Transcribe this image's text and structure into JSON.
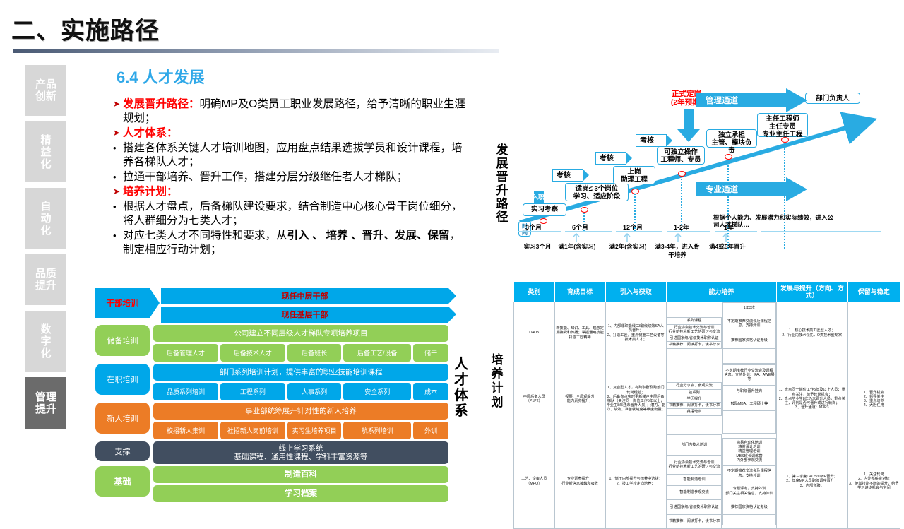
{
  "slide": {
    "title": "二、实施路径",
    "section_heading": "6.4 人才发展"
  },
  "sidebar": {
    "items": [
      {
        "label": "产品\n创新",
        "active": false
      },
      {
        "label": "精\n益\n化",
        "active": false
      },
      {
        "label": "自\n动\n化",
        "active": false
      },
      {
        "label": "品质\n提升",
        "active": false
      },
      {
        "label": "数\n字\n化",
        "active": false
      },
      {
        "label": "管理\n提升",
        "active": true
      }
    ]
  },
  "bullets": [
    {
      "marker": "arrow",
      "heading": "发展晋升路径：",
      "text": "明确MP及O类员工职业发展路径，给予清晰的职业生涯规划；"
    },
    {
      "marker": "arrow",
      "heading": "人才体系：",
      "text": ""
    },
    {
      "marker": "dot",
      "heading": "",
      "text": "搭建各体系关键人才培训地图，应用盘点结果选拔学员和设计课程，培养各梯队人才；"
    },
    {
      "marker": "dot",
      "heading": "",
      "text": "拉通干部培养、晋升工作，搭建分层分级继任者人才梯队；"
    },
    {
      "marker": "arrow",
      "heading": "培养计划：",
      "text": ""
    },
    {
      "marker": "dot",
      "heading": "",
      "text": "根据人才盘点，后备梯队建设要求，结合制造中心核心骨干岗位细分，将人群细分为七类人才；"
    },
    {
      "marker": "dot",
      "heading": "",
      "text": "对应七类人才不同特性和要求，从引入 、 培养 、晋升、发展、保留，制定相应行动计划；"
    }
  ],
  "talent_system": {
    "vertical_label": "人才体系",
    "rows": [
      {
        "left": "干部培训",
        "left_color": "#00a7e9",
        "style": "arrow",
        "bars": [
          "现任中层干部",
          "现任基层干部"
        ],
        "bar_style": "chev",
        "chips": []
      },
      {
        "left": "储备培训",
        "left_color": "#92cf57",
        "style": "round",
        "bars": [
          "公司建立不同层级人才梯队专项培养项目"
        ],
        "bar_style": "round",
        "chips": [
          "后备管理人才",
          "后备技术人才",
          "后备班长",
          "后备工艺/设备",
          "储干"
        ]
      },
      {
        "left": "在职培训",
        "left_color": "#00a7e9",
        "style": "round",
        "bars": [
          "部门系列培训计划，提供丰富的职业技能培训课程"
        ],
        "bar_style": "round",
        "chips": [
          "品质系列培训",
          "工程系列",
          "人事系列",
          "安全系列",
          "成本"
        ]
      },
      {
        "left": "新人培训",
        "left_color": "#ec7c26",
        "style": "round",
        "bars": [
          "事业部统筹展开针对性的新人培养"
        ],
        "bar_style": "round",
        "chips": [
          "校招新人集训",
          "社招新人岗前培训",
          "实习生培养项目",
          "航系列培训",
          "外训"
        ]
      },
      {
        "left": "支撑",
        "left_color": "#414e60",
        "style": "round",
        "bars": [
          "线上学习系统\n基础课程、通用性课程、学科丰富资源等"
        ],
        "bar_style": "round",
        "chips": []
      },
      {
        "left": "基础",
        "left_color": "#92cf57",
        "style": "round",
        "bars": [
          "制造百科",
          "学习档案"
        ],
        "bar_style": "round",
        "chips": []
      }
    ]
  },
  "career_path": {
    "vertical_label": "发展晋升路径",
    "entry_label": "入职",
    "time_label": "时间",
    "formal_post": "正式定岗\n(2年预期)",
    "review_label": "考核",
    "stages": [
      {
        "name": "实习考察"
      },
      {
        "name": "适岗≤ 3个岗位\n学习、适应阶段"
      },
      {
        "name": "上岗\n助理工程"
      },
      {
        "name": "可独立操作\n工程师、专员"
      },
      {
        "name": "独立承担\n主管、模块负责"
      },
      {
        "name": "主任工程师\n主任专员\n专业主任工程"
      },
      {
        "name": "部门负责人"
      }
    ],
    "ticks": [
      "3个月",
      "6个月",
      "12个月",
      "1-2年",
      "1年"
    ],
    "tick_notes": [
      "实习3个月",
      "满1年(含实习)",
      "满2年(含实习)",
      "满3-4年，进入骨干培养",
      "满4或5年晋升"
    ],
    "channels": [
      "管理通道",
      "专业通道"
    ],
    "footnote": "根据个人能力、发展潜力和实际绩效，进入公司人才梯队…",
    "accent": "#29abe2"
  },
  "plan_table": {
    "vertical_label": "培养计划",
    "headers": [
      "类别",
      "育成目标",
      "引入与获取",
      "能力培养",
      "发展与提升（方向、方式）",
      "保留与稳定"
    ],
    "rows": [
      {
        "category": "O4O5",
        "goal": "新技能、知识、工具、理念定期接受和传播；掌握通用技能\n打造工匠精神",
        "acquire": "1、内部非职能线O3职级绩效SA人员晋升；\n2、打造工匠，重点侧重工艺设备等技术类人才；",
        "ability_left": [
          "系列课程",
          "行业协会技术交流与培训\n行业新技术新工艺的研讨与交流",
          "引进国家级/省级技术职称认证",
          "书籍推荐，阅读打卡，读书分享"
        ],
        "ability_right": [
          "1年3次",
          "不定期推荐交流会及课程信息，支持外训",
          "推荐国家资格认证考级",
          ""
        ],
        "develop": "1、核心技术类工匠型人才；\n2、行业内技术领先，O类技术型专家",
        "retain": ""
      },
      {
        "category": "中层后备人员\n（P1P2）",
        "goal": "视野、全局观提升\n能力素养提升；",
        "acquire": "1、复合型人才，有跨职群及跨部门轮岗经验；\n2、后备盘点实时更新梯户中层后备梯队（关注同一岗位工作5年以上，毕业生8年还未晋升人员）；潜力、能力、绩效、准备就绪度等维度衡量；",
        "ability_left": [
          "行业分享会、参观交流",
          "航系列",
          "学历提升",
          "书籍推荐，阅读打卡，读书分享",
          "英语培训"
        ],
        "ability_right": [
          "不定期推荐行业交流会及课程信息，支持外训；IFA、AWE展等",
          "与职级晋升挂钩",
          "鼓励MBA、工程硕士等",
          "",
          ""
        ],
        "develop": "1、盘点同一岗位工作5年及以上人员；重点关注，给予轮岗机会；\n2、盘点毕业生8年仍未晋升人员，重点关注，评判是否可晋升或进行轮岗；\n3、晋升通道：M3P3",
        "retain": "1、晋升机会\n2、领导关注\n3、重点培养\n4、大胆任用"
      },
      {
        "category": "工艺、设备人员\n（MPO）",
        "goal": "专业素养提升；\n行业新信息接触和吸收",
        "acquire": "1、储干内部提升与培养中选拔；\n2、技工学校定向培养；",
        "ability_left": [
          "部门内技术培训",
          "行业协会技术交流与培训\n行业新技术新工艺的研讨与交流",
          "智能制造培训",
          "智能制造参观交流",
          "引进国家级/省级技术职称认证",
          "书籍推荐，阅读打卡，读书分享"
        ],
        "ability_right": [
          "简易自动化培训\n精益设计培训\n精益管理培训\nMBS班长训练营\n内外部参观交流",
          "不定期推荐交流会及课程信息，支持外训",
          "专题评定，支持外训\n部门关注相关信息，支持外训",
          "推荐国家资格认证考级",
          "",
          ""
        ],
        "develop": "1、第三季度O4O5/O转P晋升；\n2、年度MP人员职级调序晋升；\n3、内部竞聘；",
        "retain": "1、关注轮岗\n2、内外部薪资对标\n3、使其技能不断的提升，给予学习进步机会与空间"
      }
    ]
  }
}
